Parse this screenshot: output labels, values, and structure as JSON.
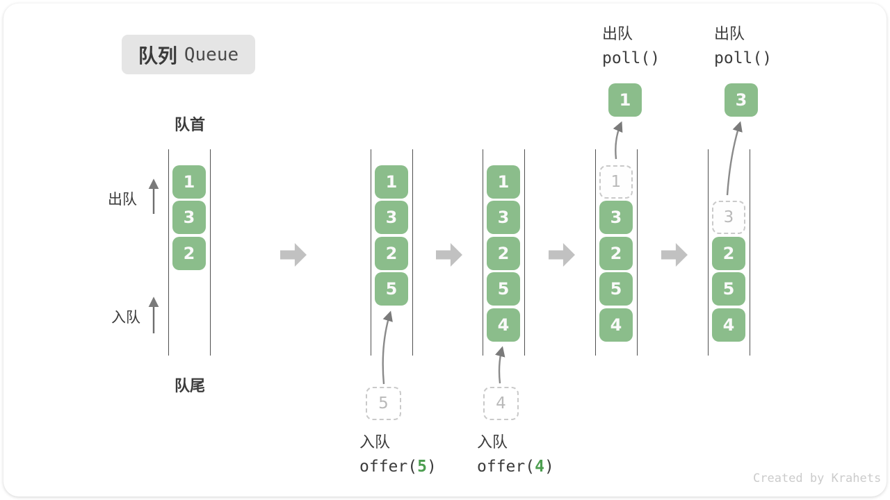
{
  "title": {
    "zh": "队列",
    "en": "Queue"
  },
  "side_labels": {
    "front": "队首",
    "rear": "队尾",
    "dequeue": "出队",
    "enqueue": "入队"
  },
  "queues": [
    {
      "name": "state-initial",
      "boxes": [
        "1",
        "3",
        "2"
      ]
    },
    {
      "name": "state-after-offer-5",
      "boxes": [
        "1",
        "3",
        "2",
        "5"
      ],
      "pending": "5",
      "op_zh": "入队",
      "op_prefix": "offer(",
      "op_arg": "5",
      "op_suffix": ")"
    },
    {
      "name": "state-after-offer-4",
      "boxes": [
        "1",
        "3",
        "2",
        "5",
        "4"
      ],
      "pending": "4",
      "op_zh": "入队",
      "op_prefix": "offer(",
      "op_arg": "4",
      "op_suffix": ")"
    },
    {
      "name": "state-poll-1",
      "ghost": "1",
      "boxes": [
        "3",
        "2",
        "5",
        "4"
      ],
      "popped": "1",
      "op_zh": "出队",
      "op_fn": "poll()"
    },
    {
      "name": "state-poll-3",
      "ghost": "3",
      "boxes": [
        "2",
        "5",
        "4"
      ],
      "popped": "3",
      "op_zh": "出队",
      "op_fn": "poll()"
    }
  ],
  "watermark": "Created by Krahets",
  "colors": {
    "box_green": "#8bbd8b",
    "arg_green": "#4d9e50",
    "chip_bg": "#e5e5e5",
    "dark_text": "#3b3b3b",
    "column_line": "#4f4f4f",
    "dashed_border": "#c9c9c9",
    "ghost_text": "#b9b9b9",
    "block_arrow": "#c1c1c1",
    "curve_arrow": "#7a7a7a",
    "watermark_gray": "#cbcbcb"
  }
}
